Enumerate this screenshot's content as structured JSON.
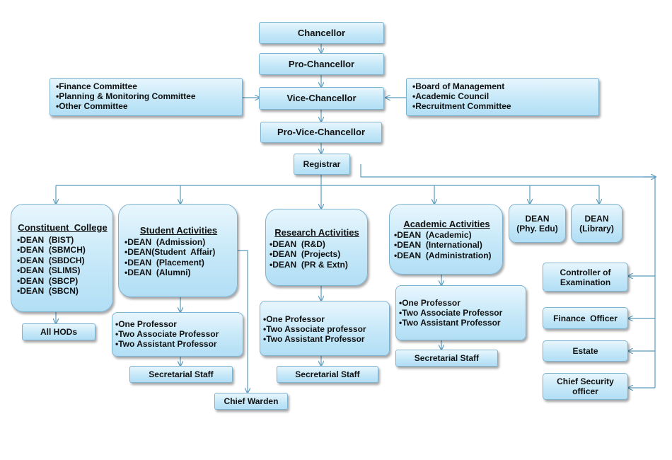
{
  "top": {
    "chancellor": "Chancellor",
    "pro_chancellor": "Pro-Chancellor",
    "vice_chancellor": "Vice-Chancellor",
    "pro_vice_chancellor": "Pro-Vice-Chancellor",
    "registrar": "Registrar"
  },
  "left_committees": [
    "•Finance Committee",
    "•Planning & Monitoring Committee",
    "•Other Committee"
  ],
  "right_committees": [
    "•Board of Management",
    "•Academic Council",
    "•Recruitment Committee"
  ],
  "constituent": {
    "title": "Constituent  College",
    "items": [
      "•DEAN  (BIST)",
      "•DEAN  (SBMCH)",
      "•DEAN  (SBDCH)",
      "•DEAN  (SLIMS)",
      "•DEAN  (SBCP)",
      "•DEAN  (SBCN)"
    ],
    "hods": "All HODs"
  },
  "student": {
    "title": "Student Activities",
    "items": [
      "•DEAN  (Admission)",
      "•DEAN(Student  Affair)",
      "•DEAN  (Placement)",
      "•DEAN  (Alumni)"
    ],
    "staff": [
      "•One Professor",
      "•Two Associate Professor",
      "•Two Assistant Professor"
    ],
    "secretarial": "Secretarial Staff",
    "warden": "Chief Warden"
  },
  "research": {
    "title": "Research Activities",
    "items": [
      "•DEAN  (R&D)",
      "•DEAN  (Projects)",
      "•DEAN  (PR & Extn)"
    ],
    "staff": [
      "•One Professor",
      "•Two Associate professor",
      "•Two Assistant Professor"
    ],
    "secretarial": "Secretarial Staff"
  },
  "academic": {
    "title": "Academic Activities",
    "items": [
      "•DEAN  (Academic)",
      "•DEAN  (International)",
      "•DEAN  (Administration)"
    ],
    "staff": [
      "•One Professor",
      "•Two Associate Professor",
      "•Two Assistant Professor"
    ],
    "secretarial": "Secretarial Staff"
  },
  "dean_phy": {
    "line1": "DEAN",
    "line2": "(Phy. Edu)"
  },
  "dean_lib": {
    "line1": "DEAN",
    "line2": "(Library)"
  },
  "right_offices": {
    "controller": {
      "line1": "Controller of",
      "line2": "Examination"
    },
    "finance": "Finance  Officer",
    "estate": "Estate",
    "security": {
      "line1": "Chief Security",
      "line2": "officer"
    }
  },
  "colors": {
    "line": "#5b9bbd",
    "box_top": "#e8f6fd",
    "box_bottom": "#b2def5",
    "border": "#7fb2cf"
  }
}
